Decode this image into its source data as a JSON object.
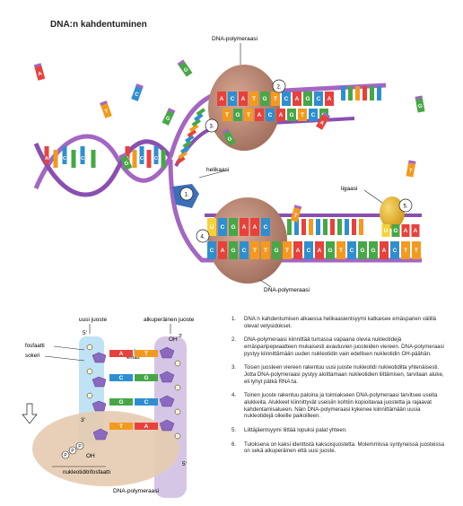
{
  "title": "DNA:n kahdentuminen",
  "labels": {
    "polymerase_top": "DNA-polymeraasi",
    "polymerase_bottom": "DNA-polymeraasi",
    "helicase": "helikaasi",
    "ligase": "ligaasi",
    "new_strand": "uusi juoste",
    "original_strand": "alkuperäinen juoste",
    "phosphate": "fosfaatti",
    "sugar": "sokeri",
    "base": "emäs",
    "oh_top": "OH",
    "oh_top_prime": "3'",
    "five_prime_left": "5'",
    "three_prime_left": "3'",
    "oh_left": "OH",
    "five_prime_right": "5'",
    "nucleotide_triphosphate": "nukleotiditrifosfaatti",
    "polymerase_inset": "DNA-polymeraasi",
    "p": "P"
  },
  "markers": [
    "1.",
    "2.",
    "3.",
    "4.",
    "5."
  ],
  "sequences": {
    "upper_new": [
      "A",
      "C",
      "A",
      "T",
      "G",
      "T",
      "C",
      "A",
      "G",
      "C",
      "A"
    ],
    "upper_template": [
      "T",
      "G",
      "T",
      "A",
      "C",
      "A",
      "G",
      "T",
      "C",
      "G"
    ],
    "lower_new": [
      "U",
      "C",
      "G",
      "A",
      "A",
      "C"
    ],
    "lower_template": [
      "C",
      "A",
      "G",
      "C",
      "T",
      "T",
      "G",
      "T",
      "A",
      "C",
      "A",
      "G",
      "T",
      "C",
      "G",
      "G",
      "A",
      "C",
      "T",
      "T"
    ],
    "ligase_segment": [
      "U",
      "G",
      "A",
      "A"
    ],
    "helix_letters": [
      "A",
      "T",
      "C",
      "G",
      "C",
      "G",
      "A",
      "T",
      "C",
      "A",
      "C",
      "G"
    ],
    "free_nucleotides": [
      "A",
      "T",
      "G",
      "C",
      "G",
      "G",
      "T",
      "A",
      "G",
      "T",
      "G"
    ]
  },
  "inset_pairs": [
    {
      "left": "A",
      "right": "T"
    },
    {
      "left": "C",
      "right": "G"
    },
    {
      "left": "G",
      "right": "C"
    },
    {
      "left": "T",
      "right": "A"
    }
  ],
  "steps": [
    {
      "num": "1.",
      "text": "DNA:n kahdentumisen alkaessa helikaasientsyymi katkaisee emäsparien välillä olevat vetysidokset."
    },
    {
      "num": "2.",
      "text": "DNA-polymeraasi kiinnittää tumassa vapaana olevia nukleotidejä emäsparipериaatteen mukaisesti avautuvien juosteiden viereen. DNA-polymeraasi pystyy kiinnittämään uuden nukleotidin vain edellisen nukleotidin OH-päähän."
    },
    {
      "num": "3.",
      "text": "Toisen juosteen viereen rakentuu uusi juoste nukleotidi nukleotidilta yhtenäisesti. Jotta DNA-polymeraasi pystyy aloittamaan nukleotidien liittämisen, tarvitaan aluke, eli lyhyt pätkä RNA:ta."
    },
    {
      "num": "4.",
      "text": "Toinen juoste rakentuu paloina ja toimiakseen DNA-polymeraasi tarvitsee useita alukkeita. Alukkeet kiinnittyvät useisiin kohtiin kopioitavaa juostetta ja rajaavat kahdentamisalueen. Näin DNA-polymeraasi kykenee kiinnittämään uusia nukleotidejä oikeille paikoilleen."
    },
    {
      "num": "5.",
      "text": "Liittäjäentsyymi liittää lopuksi palat yhteen."
    },
    {
      "num": "6.",
      "text": "Tuloksena on kaksi identtistä kaksoisjuostetta. Molemmissa syntyneissä juosteissa on sekä alkuperäinen että uusi juoste."
    }
  ],
  "colors": {
    "A": "#e8413c",
    "T": "#f39a1e",
    "C": "#2e8fd0",
    "G": "#47a747",
    "U": "#f5d23a",
    "backbone": "#a366c2",
    "polymerase": "#b8836f",
    "ligase": "#e8b82c",
    "helicase": "#3b6fb8"
  }
}
